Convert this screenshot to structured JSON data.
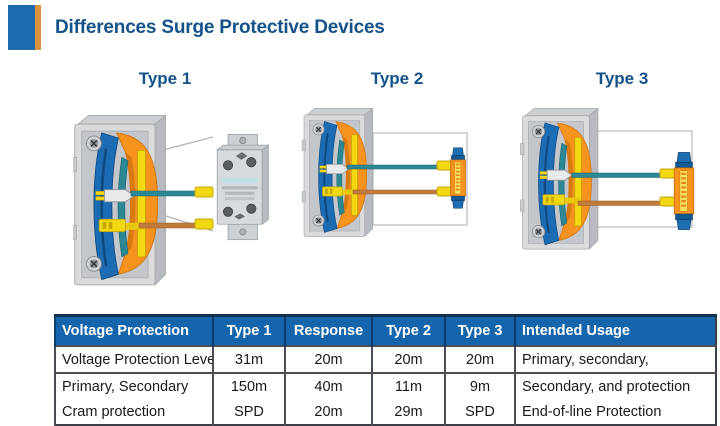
{
  "header": {
    "title": "Differences Surge Protective Devices"
  },
  "types": [
    {
      "label": "Type 1",
      "device": "enclosure with separate DIN-rail surge module"
    },
    {
      "label": "Type 2",
      "device": "enclosure wired to small inline cylindrical SPD"
    },
    {
      "label": "Type 3",
      "device": "enclosure wired to larger inline cylindrical SPD"
    }
  ],
  "table": {
    "columns": [
      "Voltage Protection",
      "Type 1",
      "Response",
      "Type 2",
      "Type 3",
      "Intended Usage"
    ],
    "rows": [
      [
        "Voltage Protection Level",
        "31m",
        "20m",
        "20m",
        "20m",
        "Primary, secondary,"
      ],
      [
        "Primary, Secondary",
        "150m",
        "40m",
        "11m",
        "9m",
        "Secondary, and protection"
      ],
      [
        "Cram protection",
        "SPD",
        "20m",
        "29m",
        "SPD",
        "End-of-line Protection"
      ]
    ]
  },
  "palette": {
    "title_blue": "#14528a",
    "table_header_bg": "#1565ad",
    "table_header_text": "#ffffff",
    "brand_blue": "#1a6aad",
    "brand_orange": "#d9913e",
    "enclosure_gray": "#d9dbdd",
    "panel_blue": "#1c6cb4",
    "shell_orange": "#f6921e",
    "bar_yellow": "#f2d713",
    "wire_teal": "#2c8894",
    "wire_orange": "#c07a3c"
  }
}
